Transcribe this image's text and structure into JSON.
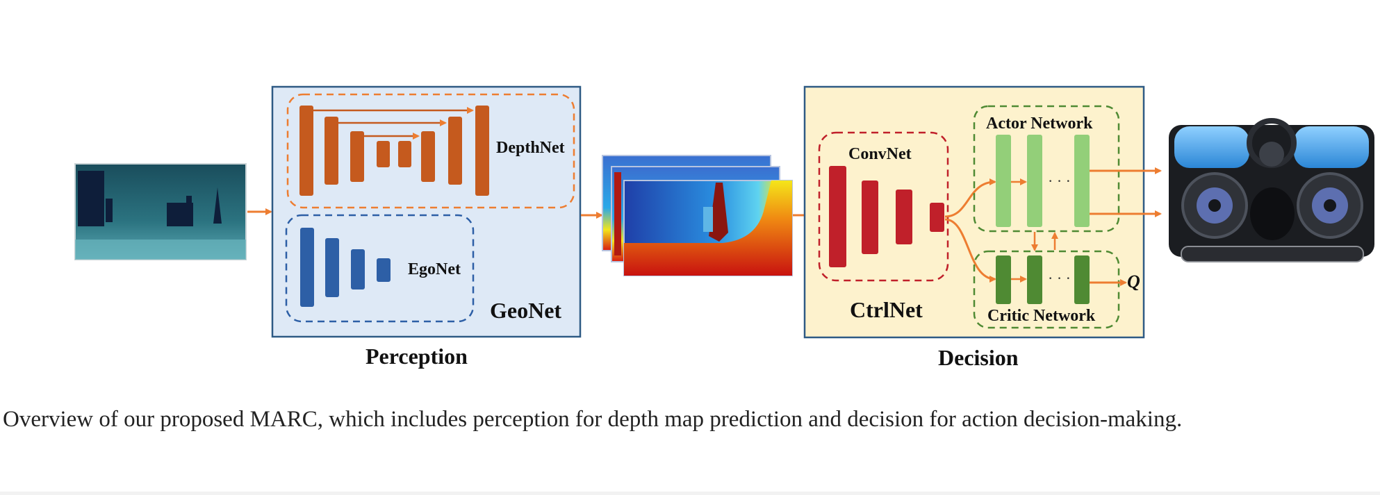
{
  "figure": {
    "perception": {
      "title": "Perception",
      "box_label": "GeoNet",
      "depthnet_label": "DepthNet",
      "egonet_label": "EgoNet"
    },
    "decision": {
      "title": "Decision",
      "box_label": "CtrlNet",
      "convnet_label": "ConvNet",
      "actor_label": "Actor Network",
      "critic_label": "Critic Network",
      "actor_dots": "· · ·",
      "critic_dots": "· · ·",
      "q_label": "Q"
    },
    "colors": {
      "arrow": "#ed7d31",
      "perception_bg": "#dee9f6",
      "perception_border": "#2e5a84",
      "decision_bg": "#fdf2cd",
      "depthnet": "#c55a1e",
      "egonet": "#2d5fa6",
      "convnet": "#c0202a",
      "actor": "#93cf79",
      "critic": "#4f8a33"
    }
  },
  "caption": "Overview of our proposed MARC, which includes perception for depth map prediction and decision for action decision-making."
}
